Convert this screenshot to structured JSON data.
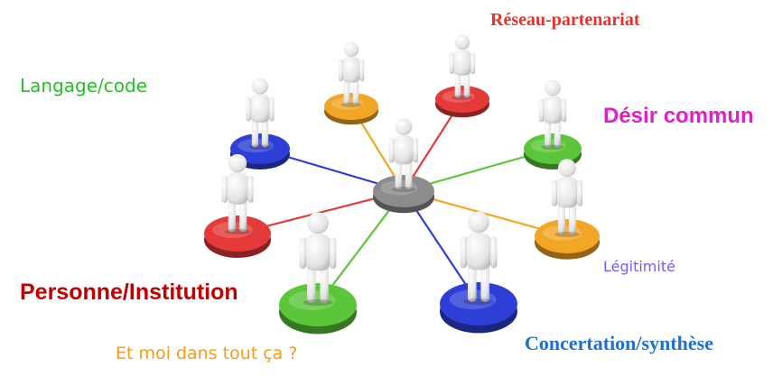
{
  "labels": {
    "langage": "Langage/code",
    "reseau": "Réseau-partenariat",
    "desir": "Désir commun",
    "legitimite": "Légitimité",
    "personne": "Personne/Institution",
    "concertation": "Concertation/synthèse",
    "et_moi": "Et moi dans tout ça ?"
  },
  "colors": {
    "langage": "#22c322",
    "reseau": "#e8322c",
    "desir": "#e61ec8",
    "legitimite": "#7a5af5",
    "personne": "#c00000",
    "concertation": "#1f6fd6",
    "et_moi": "#f59c1a",
    "disc_orange": "#f2a626",
    "disc_red": "#e53a3a",
    "disc_green": "#5cc63a",
    "disc_blue": "#2d3fd6",
    "disc_center": "#8c8c8c"
  },
  "network": {
    "nodes": [
      {
        "id": "orange-top",
        "color": "orange"
      },
      {
        "id": "red-top",
        "color": "red"
      },
      {
        "id": "green-right",
        "color": "green"
      },
      {
        "id": "orange-right",
        "color": "orange"
      },
      {
        "id": "blue-bottom-right",
        "color": "blue"
      },
      {
        "id": "green-bottom-left",
        "color": "green"
      },
      {
        "id": "red-left",
        "color": "red"
      },
      {
        "id": "blue-left",
        "color": "blue"
      }
    ]
  }
}
